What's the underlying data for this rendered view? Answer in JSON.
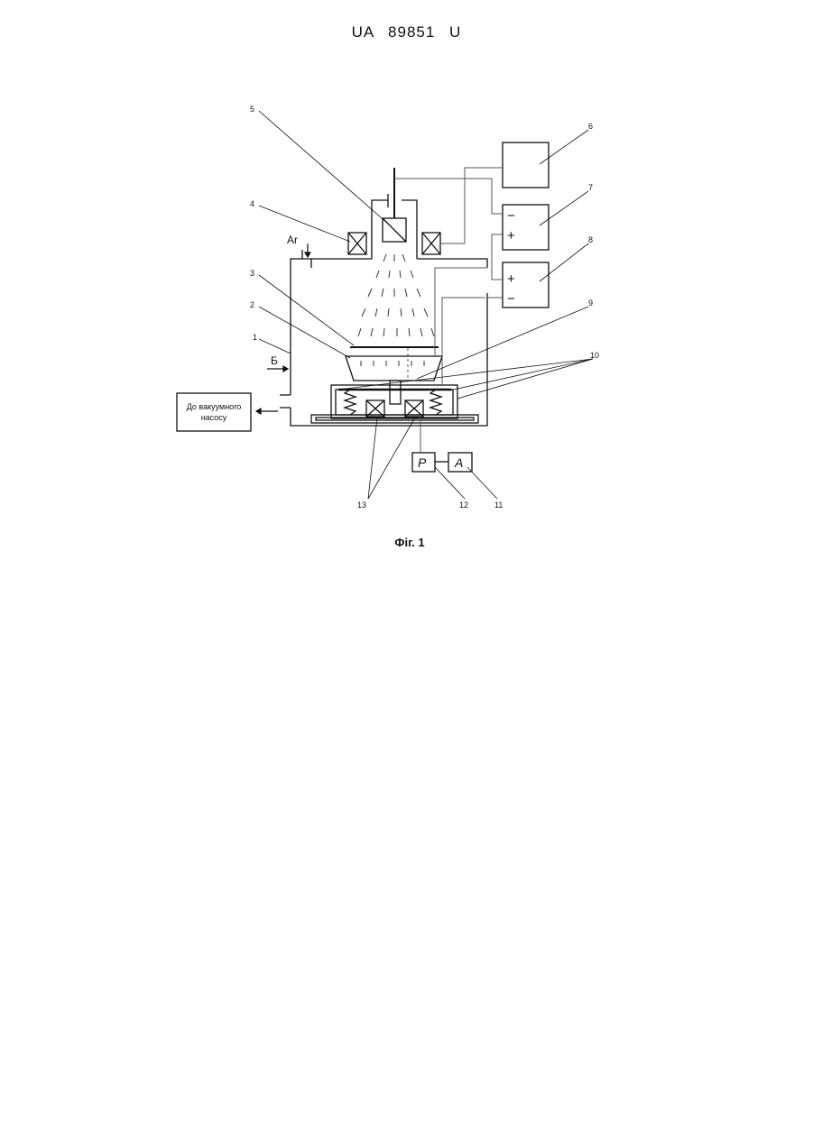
{
  "header": {
    "doc_id": "UA   89851   U"
  },
  "figure": {
    "caption": "Фіг. 1",
    "gas_label": "Ar",
    "arrow_label": "Б",
    "pump_box": {
      "line1": "До вакуумного",
      "line2": "насосу"
    },
    "supply_7": {
      "top": "−",
      "bottom": "+"
    },
    "supply_8": {
      "top": "+",
      "bottom": "−"
    },
    "box_p": "P",
    "box_a": "A",
    "numbers": [
      "1",
      "2",
      "3",
      "4",
      "5",
      "6",
      "7",
      "8",
      "9",
      "10",
      "11",
      "12",
      "13"
    ]
  }
}
